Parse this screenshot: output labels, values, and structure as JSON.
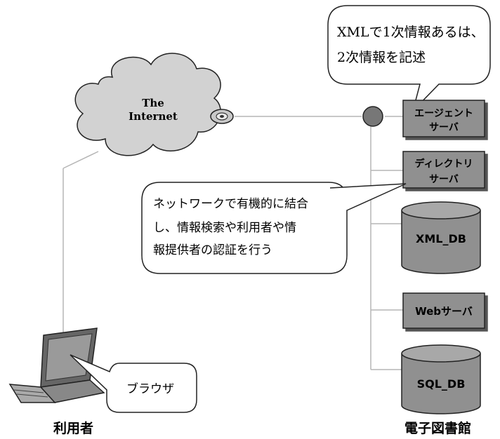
{
  "cloud": {
    "line1": "The",
    "line2": "Internet"
  },
  "callout_top": {
    "line1": "XMLで1次情報あるは、",
    "line2": "2次情報を記述"
  },
  "callout_mid": {
    "line1": "ネットワークで有機的に結合",
    "line2": "し、情報検索や利用者や情",
    "line3": "報提供者の認証を行う"
  },
  "callout_browser": {
    "text": "ブラウザ"
  },
  "servers": {
    "agent": {
      "line1": "エージェント",
      "line2": "サーバ"
    },
    "directory": {
      "line1": "ディレクトリ",
      "line2": "サーバ"
    },
    "web": {
      "line1": "Webサーバ"
    }
  },
  "databases": {
    "xml": "XML_DB",
    "sql": "SQL_DB"
  },
  "labels": {
    "user": "利用者",
    "library": "電子図書館"
  }
}
